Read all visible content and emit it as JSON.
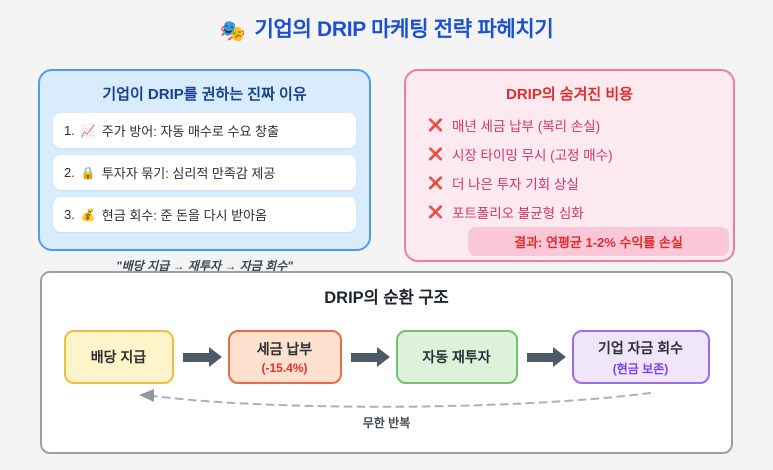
{
  "icons": {
    "title_icon": "🎭",
    "cross_icon": "❌"
  },
  "page": {
    "title": "기업의 DRIP 마케팅 전략 파헤치기"
  },
  "reasons_panel": {
    "title": "기업이 DRIP를 권하는 진짜 이유",
    "items": [
      {
        "number": "1.",
        "icon": "📈",
        "text": "주가 방어: 자동 매수로 수요 창출"
      },
      {
        "number": "2.",
        "icon": "🔒",
        "text": "투자자 묶기: 심리적 만족감 제공"
      },
      {
        "number": "3.",
        "icon": "💰",
        "text": "현금 회수: 준 돈을 다시 받아옴"
      }
    ],
    "quote": "\"배당 지급 → 재투자 → 자금 회수\""
  },
  "costs_panel": {
    "title": "DRIP의 숨겨진 비용",
    "items": [
      "매년 세금 납부 (복리 손실)",
      "시장 타이밍 무시 (고정 매수)",
      "더 나은 투자 기회 상실",
      "포트폴리오 불균형 심화"
    ],
    "result": "결과: 연평균 1-2% 수익률 손실"
  },
  "cycle_panel": {
    "title": "DRIP의 순환 구조",
    "steps": [
      {
        "label": "배당 지급",
        "sub": ""
      },
      {
        "label": "세금 납부",
        "sub": "(-15.4%)"
      },
      {
        "label": "자동 재투자",
        "sub": ""
      },
      {
        "label": "기업 자금 회수",
        "sub": "(현금 보존)"
      }
    ],
    "loop_label": "무한 반복"
  },
  "colors": {
    "title_blue": "#1a4fd6",
    "reasons_border": "#4f9cf0",
    "reasons_bg": "#d9ecfd",
    "costs_border": "#ef7e9b",
    "costs_bg": "#fdeaf1",
    "costs_text": "#d6336c",
    "result_bg": "#f9c7d7",
    "result_text": "#e02d2d",
    "step_yellow": "#f1bd3e",
    "step_orange": "#ea6a49",
    "step_green": "#72c16e",
    "step_purple": "#9a6cee",
    "arrow_gray": "#4e5a66"
  }
}
